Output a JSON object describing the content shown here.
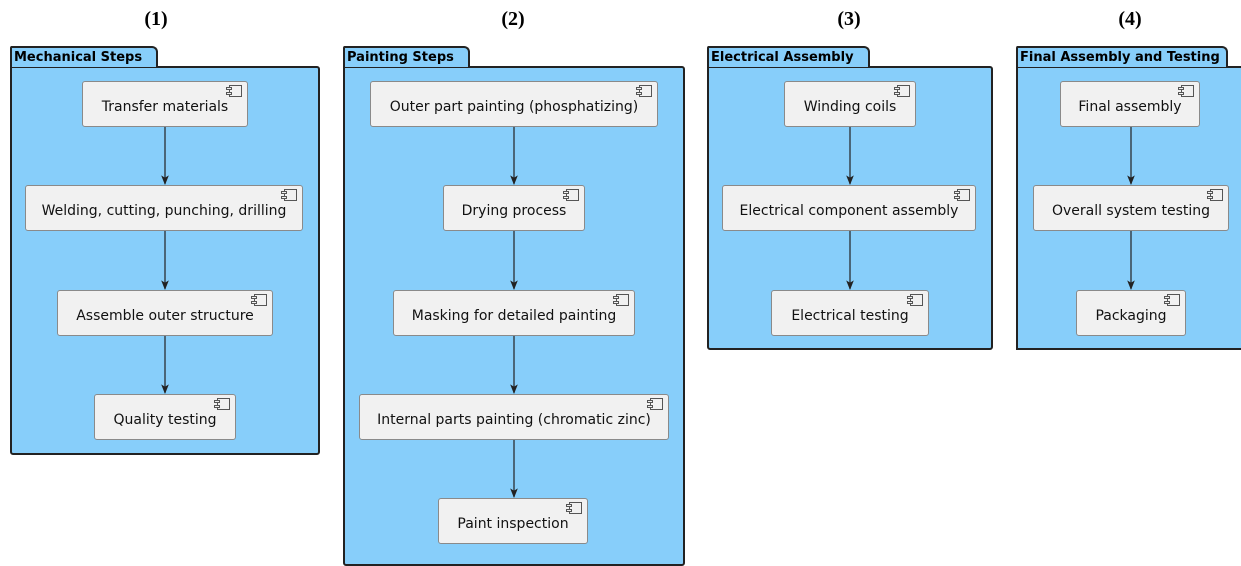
{
  "columns": [
    {
      "label": "(1)",
      "title": "Mechanical Steps",
      "steps": [
        "Transfer materials",
        "Welding, cutting, punching, drilling",
        "Assemble outer structure",
        "Quality testing"
      ]
    },
    {
      "label": "(2)",
      "title": "Painting Steps",
      "steps": [
        "Outer part painting (phosphatizing)",
        "Drying process",
        "Masking for detailed painting",
        "Internal parts painting (chromatic zinc)",
        "Paint inspection"
      ]
    },
    {
      "label": "(3)",
      "title": "Electrical Assembly",
      "steps": [
        "Winding coils",
        "Electrical component assembly",
        "Electrical testing"
      ]
    },
    {
      "label": "(4)",
      "title": "Final Assembly and Testing",
      "steps": [
        "Final assembly",
        "Overall system testing",
        "Packaging"
      ]
    }
  ],
  "colors": {
    "package_fill": "#87cefa",
    "component_fill": "#f1f1f1",
    "border": "#222222",
    "arrow": "#222222"
  },
  "icons": {
    "component": "uml-component-icon"
  }
}
